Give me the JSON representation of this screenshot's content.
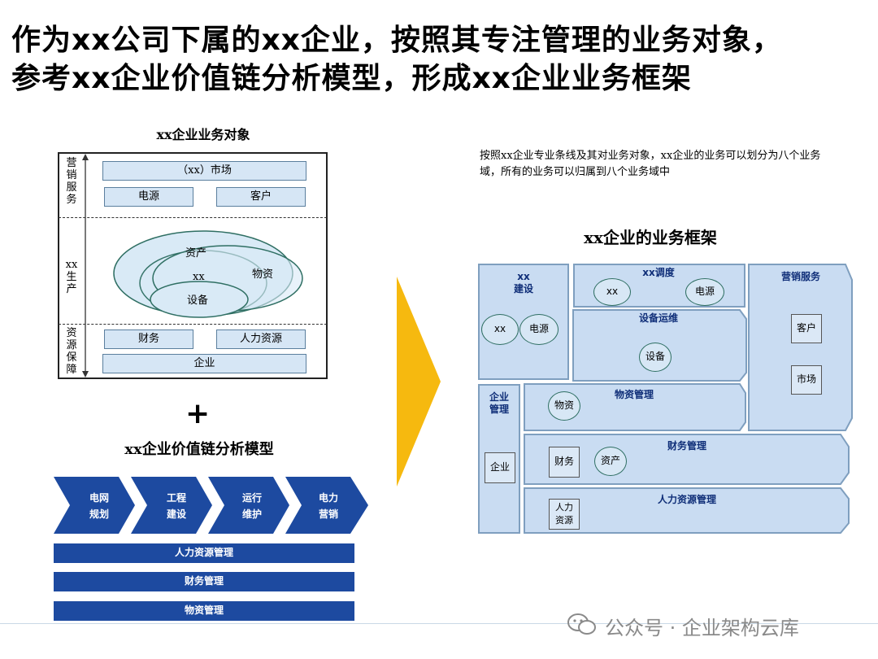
{
  "title": "作为xx公司下属的xx企业，按照其专注管理的业务对象，参考xx企业价值链分析模型，形成xx企业业务框架",
  "objects": {
    "title": "xx企业业务对象",
    "sections": [
      "营销服务",
      "xx生产",
      "资源保障"
    ],
    "market": "（xx）市场",
    "power": "电源",
    "customer": "客户",
    "assets": "资产",
    "xx": "xx",
    "materials": "物资",
    "equipment": "设备",
    "finance": "财务",
    "hr": "人力资源",
    "enterprise": "企业"
  },
  "plus": "+",
  "value_chain": {
    "title": "xx企业价值链分析模型",
    "chevrons": [
      [
        "电网",
        "规划"
      ],
      [
        "工程",
        "建设"
      ],
      [
        "运行",
        "维护"
      ],
      [
        "电力",
        "营销"
      ]
    ],
    "bars": [
      "人力资源管理",
      "财务管理",
      "物资管理"
    ]
  },
  "description": "按照xx企业专业条线及其对业务对象，xx企业的业务可以划分为八个业务域，所有的业务可以归属到八个业务域中",
  "framework": {
    "title": "xx企业的业务框架",
    "construction": [
      "xx",
      "建设"
    ],
    "construction_items": [
      "xx",
      "电源"
    ],
    "dispatch": "xx调度",
    "dispatch_items": [
      "xx",
      "电源"
    ],
    "marketing": "营销服务",
    "marketing_items": [
      "客户",
      "市场"
    ],
    "ops": "设备运维",
    "ops_item": "设备",
    "mgmt": [
      "企业",
      "管理"
    ],
    "mgmt_item": "企业",
    "materials": "物资管理",
    "materials_item": "物资",
    "finance": "财务管理",
    "finance_items": [
      "财务",
      "资产"
    ],
    "hr": "人力资源管理",
    "hr_item": [
      "人力",
      "资源"
    ]
  },
  "watermark": "公众号 · 企业架构云库",
  "colors": {
    "navy": "#1d4aa0",
    "light_blue": "#c9dcf2",
    "arrow_yellow": "#f6b90f"
  }
}
